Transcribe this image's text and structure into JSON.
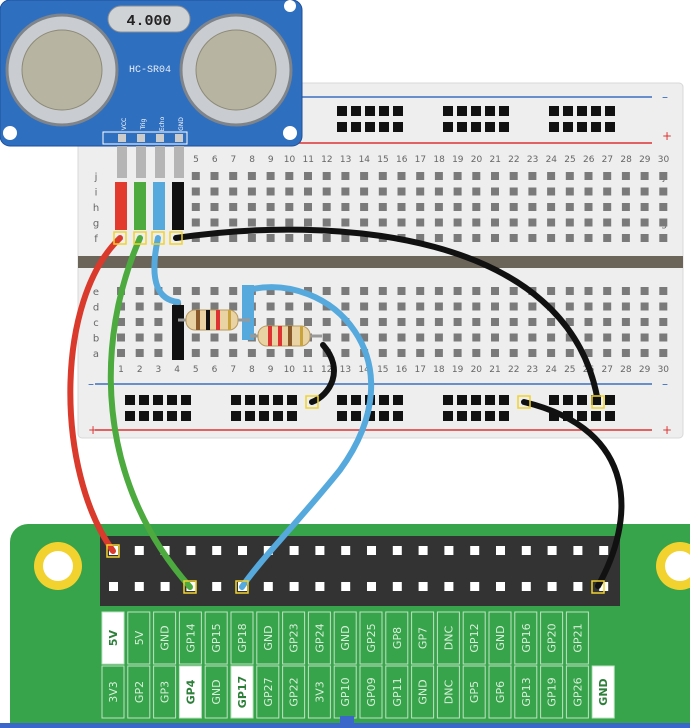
{
  "sensor": {
    "display_value": "4.000",
    "model": "HC-SR04",
    "pins": [
      "VCC",
      "Trig",
      "Echo",
      "GND"
    ]
  },
  "breadboard": {
    "row_letters_top": [
      "j",
      "i",
      "h",
      "g",
      "f"
    ],
    "row_letters_bottom": [
      "e",
      "d",
      "c",
      "b",
      "a"
    ],
    "column_numbers_top": [
      "5",
      "6",
      "7",
      "8",
      "9",
      "10",
      "11",
      "12",
      "13",
      "14",
      "15",
      "16",
      "17",
      "18",
      "19",
      "20",
      "21",
      "22",
      "23",
      "24",
      "25",
      "26",
      "27",
      "28",
      "29",
      "30"
    ],
    "column_numbers_bottom": [
      "1",
      "2",
      "3",
      "4",
      "5",
      "6",
      "7",
      "8",
      "9",
      "10",
      "11",
      "12",
      "13",
      "14",
      "15",
      "16",
      "17",
      "18",
      "19",
      "20",
      "21",
      "22",
      "23",
      "24",
      "25",
      "26",
      "27",
      "28",
      "29",
      "30"
    ],
    "rail_minus": "–",
    "rail_plus": "+"
  },
  "board": {
    "top_labels": [
      "5V",
      "5V",
      "GND",
      "GP14",
      "GP15",
      "GP18",
      "GND",
      "GP23",
      "GP24",
      "GND",
      "GP25",
      "GP8",
      "GP7",
      "DNC",
      "GP12",
      "GND",
      "GP16",
      "GP20",
      "GP21"
    ],
    "bottom_labels": [
      "3V3",
      "GP2",
      "GP3",
      "GP4",
      "GND",
      "GP17",
      "GP27",
      "GP22",
      "3V3",
      "GP10",
      "GP09",
      "GP11",
      "GND",
      "DNC",
      "GP5",
      "GP6",
      "GP13",
      "GP19",
      "GP26",
      "GND"
    ],
    "highlighted_top": [
      "5V"
    ],
    "highlighted_bottom": [
      "GP4",
      "GP17",
      "GND"
    ]
  },
  "colors": {
    "sensor_blue": "#2f6fc0",
    "board_green": "#37a34a",
    "wire_red": "#d93a2b",
    "wire_green": "#4caa3f",
    "wire_blue": "#56a9dc",
    "wire_black": "#111111",
    "breadboard": "#efefef"
  }
}
